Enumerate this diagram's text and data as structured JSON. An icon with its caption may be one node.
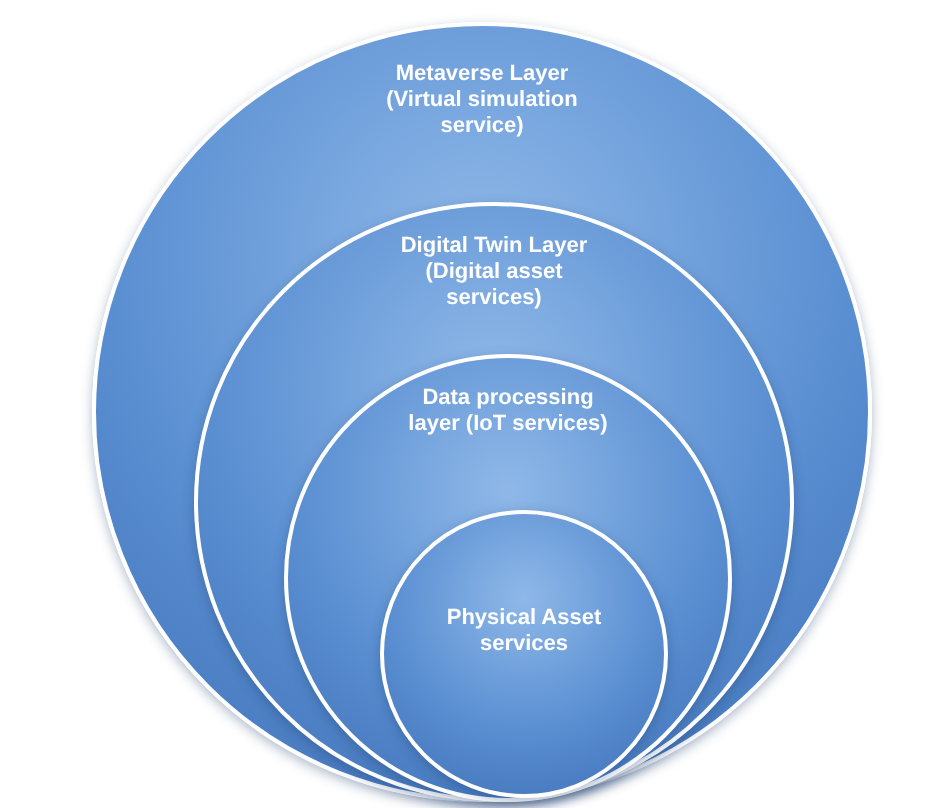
{
  "diagram": {
    "nodes": [
      {
        "text": [
          "Metaverse Layer (Virtual simulation service)"
        ]
      },
      {
        "text": [
          "Digital Twin Layer (Digital asset services)"
        ],
        "in": 0
      },
      {
        "text": [
          "Data processing layer (IoT services)"
        ],
        "in": 1
      },
      {
        "text": [
          "Physical Asset services"
        ],
        "in": 2
      }
    ]
  }
}
